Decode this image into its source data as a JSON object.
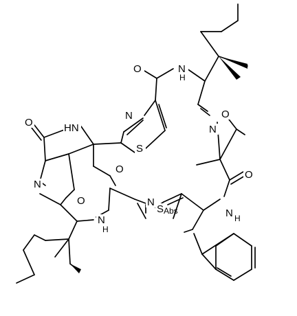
{
  "diagram": {
    "kind": "chemical-structure",
    "colors": {
      "bond": "#000000",
      "label": "#000000",
      "background": "#ffffff"
    },
    "atom_labels": {
      "n_amide_top": "N",
      "h_amide_top": "H",
      "n_oxazoline_right": "N",
      "o_oxazoline_right": "O",
      "n_thiazole_top": "N",
      "s_thiazole_top": "S",
      "o_carbonyl_top": "O",
      "o_carbonyl_left": "O",
      "hn_left": "HN",
      "n_oxazoline_left": "N",
      "o_oxazoline_left": "O",
      "o_carbonyl_center": "O",
      "o_carbonyl_right": "O",
      "n_thiazole_center": "N",
      "s_thiazole_center": "S",
      "abs_label": "Abs",
      "nh_right": "N",
      "h_right": "H",
      "nh_center": "N",
      "h_center": "H"
    }
  }
}
